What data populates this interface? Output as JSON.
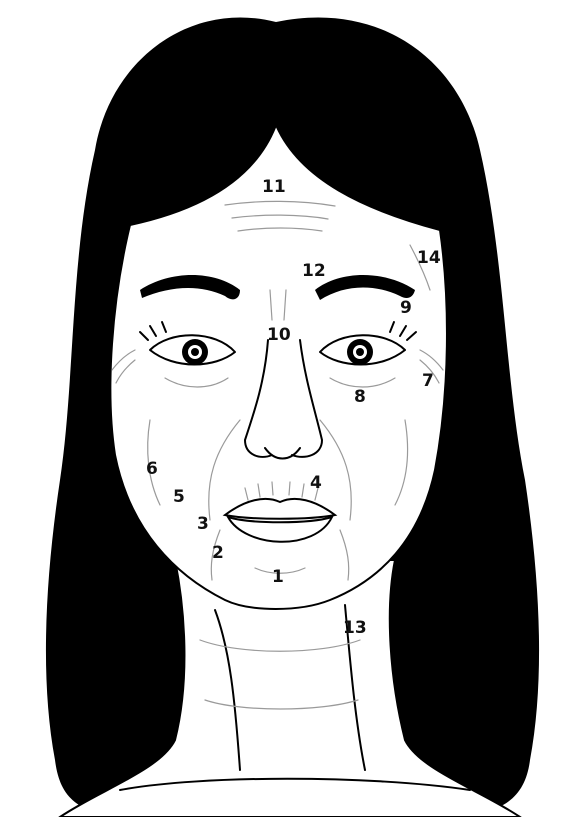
{
  "colors": {
    "hair": "#000000",
    "skin": "#ffffff",
    "lines": "#000000",
    "wrinkles": "#9a9a9a",
    "labels": "#111111"
  },
  "zones": [
    {
      "id": "chin",
      "label": "1"
    },
    {
      "id": "marionette-lines",
      "label": "2"
    },
    {
      "id": "lip-corners",
      "label": "3"
    },
    {
      "id": "perioral-lines",
      "label": "4"
    },
    {
      "id": "nasolabial-folds",
      "label": "5"
    },
    {
      "id": "cheek",
      "label": "6"
    },
    {
      "id": "crows-feet",
      "label": "7"
    },
    {
      "id": "under-eye",
      "label": "8"
    },
    {
      "id": "upper-eyelid",
      "label": "9"
    },
    {
      "id": "nose-bridge",
      "label": "10"
    },
    {
      "id": "forehead",
      "label": "11"
    },
    {
      "id": "glabella",
      "label": "12"
    },
    {
      "id": "neck",
      "label": "13"
    },
    {
      "id": "temple",
      "label": "14"
    }
  ]
}
